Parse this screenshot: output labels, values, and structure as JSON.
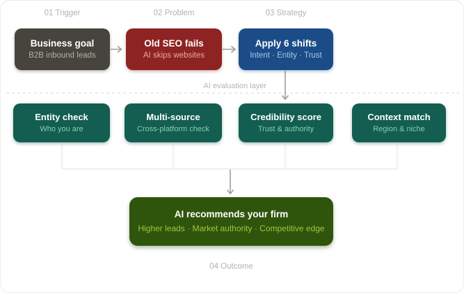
{
  "diagram": {
    "stages": [
      {
        "label": "01 Trigger"
      },
      {
        "label": "02 Problem"
      },
      {
        "label": "03 Strategy"
      }
    ],
    "flow_nodes": [
      {
        "title": "Business goal",
        "subtitle": "B2B inbound leads",
        "bg": "#46443d",
        "subtitle_color": "#b2afa8"
      },
      {
        "title": "Old SEO fails",
        "subtitle": "AI skips websites",
        "bg": "#8e2323",
        "subtitle_color": "#e2aaa5"
      },
      {
        "title": "Apply 6 shifts",
        "subtitle": "Intent · Entity · Trust",
        "bg": "#1b4c87",
        "subtitle_color": "#a9c6e8"
      }
    ],
    "evaluation_layer": {
      "label": "AI evaluation layer",
      "nodes": [
        {
          "title": "Entity check",
          "subtitle": "Who you are",
          "bg": "#135e50",
          "subtitle_color": "#7ed1b7"
        },
        {
          "title": "Multi-source",
          "subtitle": "Cross-platform check",
          "bg": "#135e50",
          "subtitle_color": "#7ed1b7"
        },
        {
          "title": "Credibility score",
          "subtitle": "Trust & authority",
          "bg": "#135e50",
          "subtitle_color": "#7ed1b7"
        },
        {
          "title": "Context match",
          "subtitle": "Region & niche",
          "bg": "#135e50",
          "subtitle_color": "#7ed1b7"
        }
      ]
    },
    "outcome": {
      "stage_label": "04 Outcome",
      "title": "AI recommends your firm",
      "subtitle": "Higher leads · Market authority · Competitive edge",
      "bg": "#2f550d",
      "subtitle_color": "#a3c33c"
    },
    "colors": {
      "arrow": "#9d9c97",
      "thin_connector": "#ebebe9",
      "dashed_divider": "#e2e0da",
      "stage_label_text": "#b5b1ab"
    }
  }
}
